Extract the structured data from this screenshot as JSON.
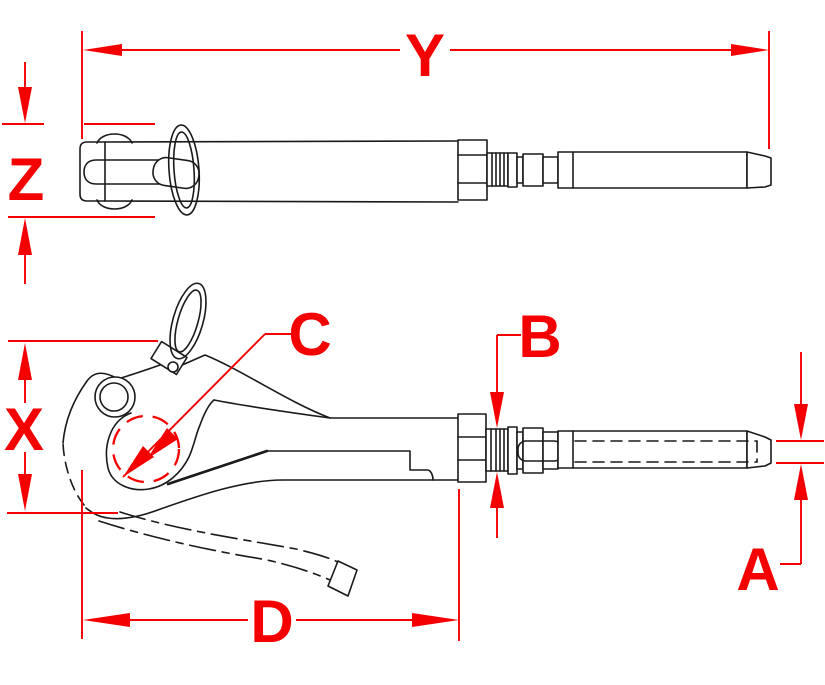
{
  "drawing": {
    "type": "technical-dimension-diagram",
    "subject": "quick-release pelican hook with swage stud, closed view (top) and open view (bottom)",
    "labels": {
      "y": "Y",
      "z": "Z",
      "x": "X",
      "c": "C",
      "b": "B",
      "a": "A",
      "d": "D"
    },
    "colors": {
      "dimension_red": "#f50000",
      "line_black": "#1a1a1a",
      "background": "#ffffff"
    }
  }
}
